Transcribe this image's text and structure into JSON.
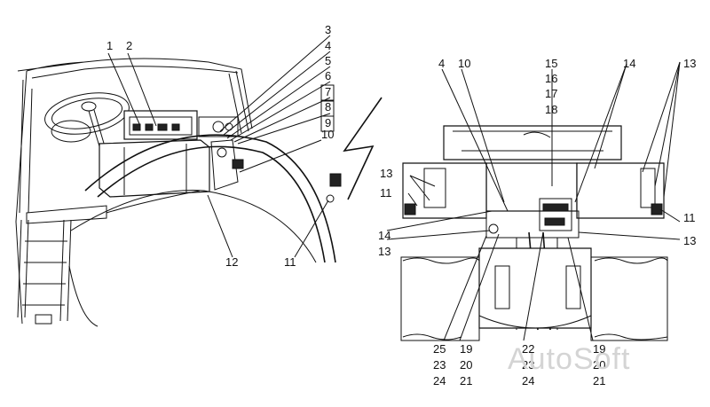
{
  "watermark": "AutoSoft",
  "left_view": {
    "callouts": [
      "1",
      "2",
      "3",
      "4",
      "5",
      "6",
      "7",
      "8",
      "9",
      "10",
      "11",
      "12"
    ]
  },
  "right_view": {
    "callouts": [
      "4",
      "10",
      "15",
      "16",
      "17",
      "18",
      "14",
      "13",
      "13",
      "11",
      "14",
      "13",
      "13",
      "11",
      "25",
      "23",
      "24",
      "19",
      "20",
      "21",
      "22",
      "23",
      "24",
      "19",
      "20",
      "21"
    ]
  }
}
